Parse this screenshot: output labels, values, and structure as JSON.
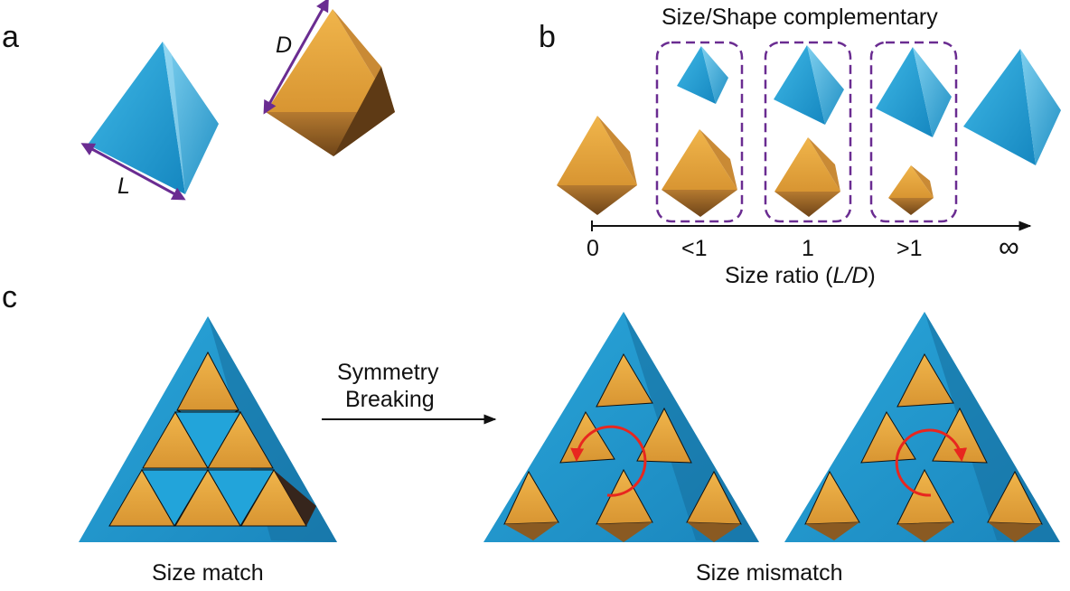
{
  "panels": {
    "a": {
      "label": "a",
      "edge_L": "L",
      "edge_D": "D"
    },
    "b": {
      "label": "b",
      "title": "Size/Shape complementary",
      "axis_title_prefix": "Size ratio (",
      "axis_title_var": "L/D",
      "axis_title_suffix": ")",
      "ticks": [
        "0",
        "<1",
        "1",
        ">1",
        "∞"
      ]
    },
    "c": {
      "label": "c",
      "arrow_text_line1": "Symmetry",
      "arrow_text_line2": "Breaking",
      "caption_match": "Size match",
      "caption_mismatch": "Size mismatch"
    }
  },
  "colors": {
    "tetra_blue": "#1fa3d6",
    "tetra_dark": "#156e9c",
    "octa_orange": "#e0a23c",
    "octa_dark": "#9a6426",
    "accent_purple": "#6a2c91",
    "rotation_red": "#e8261f"
  }
}
